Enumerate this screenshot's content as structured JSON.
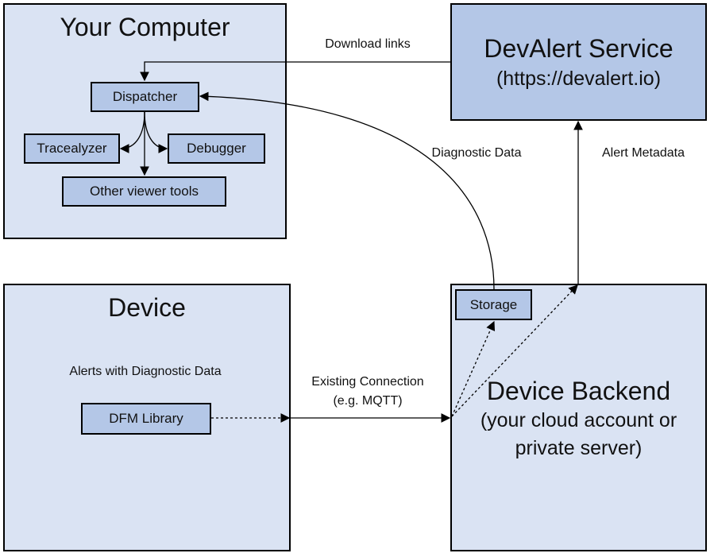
{
  "boxes": {
    "your_computer": {
      "title": "Your Computer",
      "dispatcher": "Dispatcher",
      "tracealyzer": "Tracealyzer",
      "debugger": "Debugger",
      "other_viewer_tools": "Other viewer tools"
    },
    "devalert_service": {
      "title": "DevAlert Service",
      "url": "(https://devalert.io)"
    },
    "device": {
      "title": "Device",
      "alerts_caption": "Alerts with Diagnostic Data",
      "dfm_library": "DFM Library"
    },
    "device_backend": {
      "title": "Device Backend",
      "subtitle_line1": "(your cloud account or",
      "subtitle_line2": "private server)",
      "storage": "Storage"
    }
  },
  "connections": {
    "download_links": "Download links",
    "diagnostic_data": "Diagnostic Data",
    "alert_metadata": "Alert Metadata",
    "existing_connection_line1": "Existing Connection",
    "existing_connection_line2": "(e.g. MQTT)"
  },
  "colors": {
    "box_fill_light": "#dae3f3",
    "box_fill_strong": "#b4c7e7",
    "stroke": "#000000"
  }
}
